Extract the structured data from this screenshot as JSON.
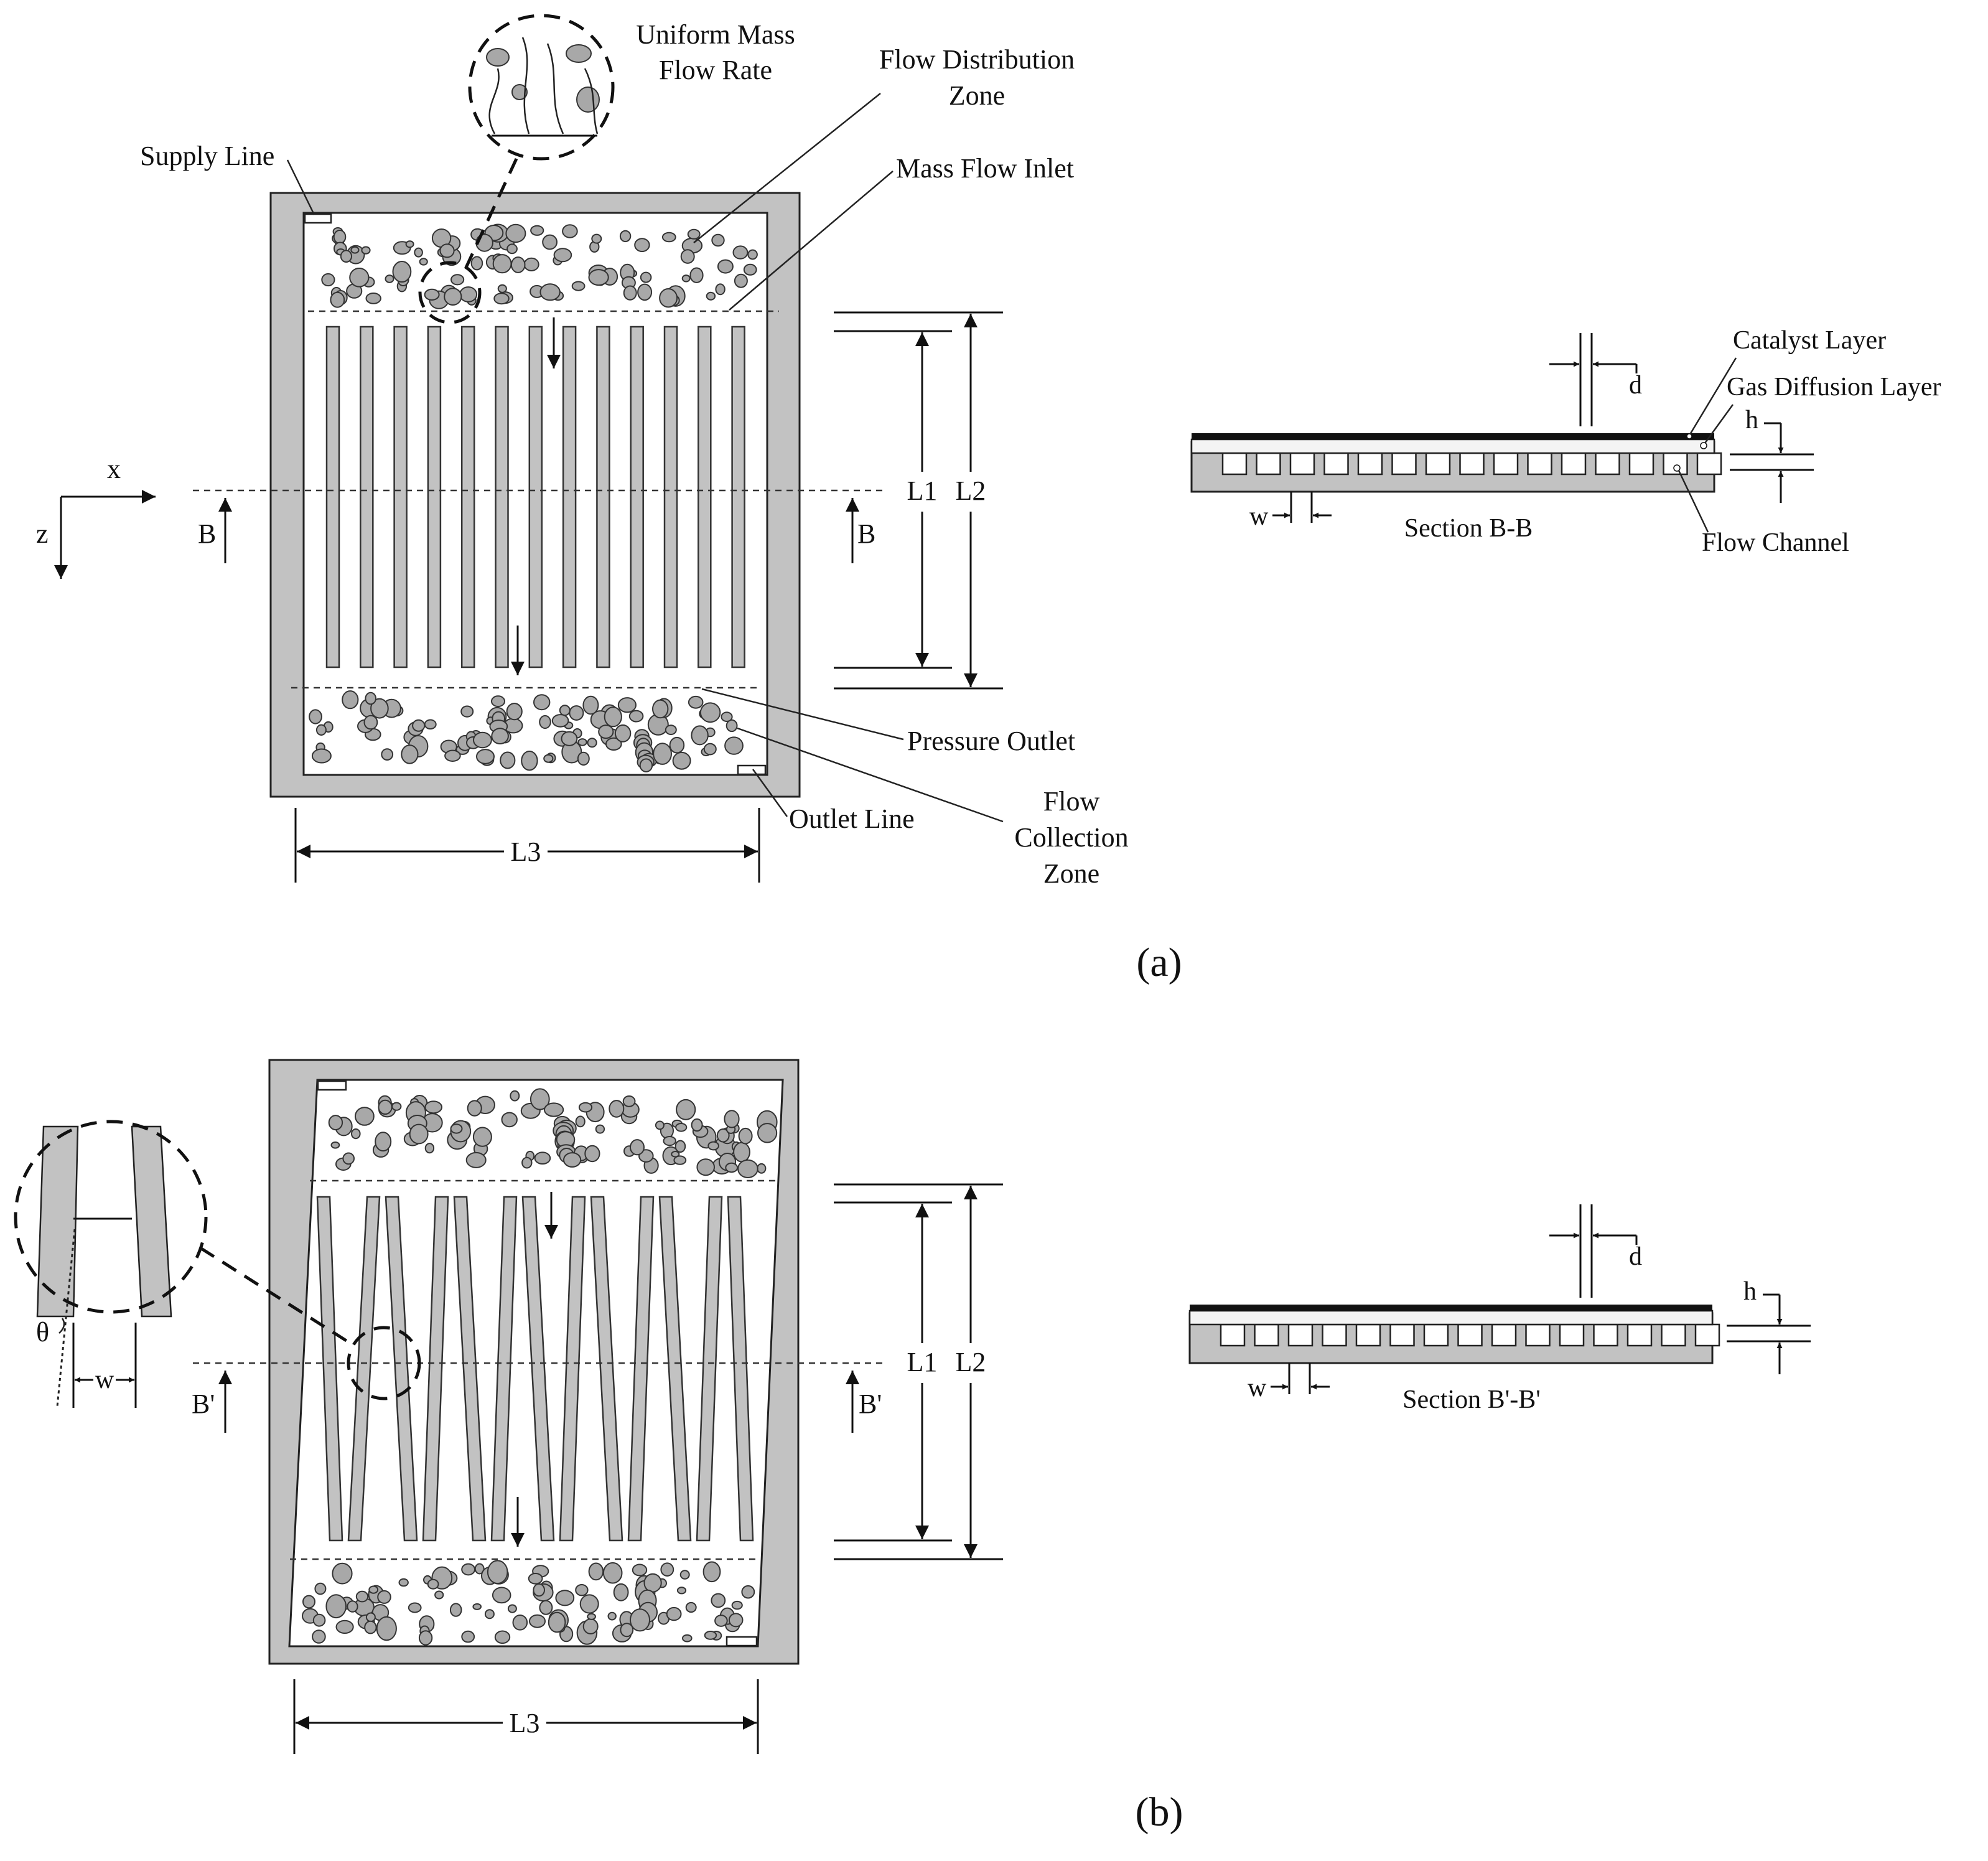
{
  "panel_a": {
    "caption": "(a)",
    "labels": {
      "uniform_mass_flow_rate": [
        "Uniform Mass",
        "Flow Rate"
      ],
      "flow_distribution_zone": [
        "Flow Distribution",
        "Zone"
      ],
      "supply_line": "Supply Line",
      "mass_flow_inlet": "Mass Flow Inlet",
      "pressure_outlet": "Pressure Outlet",
      "outlet_line": "Outlet Line",
      "flow_collection_zone": [
        "Flow",
        "Collection",
        "Zone"
      ],
      "section_mark_left": "B",
      "section_mark_right": "B",
      "axis_x": "x",
      "axis_z": "z",
      "dim_l1": "L1",
      "dim_l2": "L2",
      "dim_l3": "L3"
    },
    "section": {
      "title": "Section B-B",
      "catalyst_layer": "Catalyst Layer",
      "gas_diffusion_layer": "Gas Diffusion Layer",
      "flow_channel": "Flow Channel",
      "dim_d": "d",
      "dim_h": "h",
      "dim_w": "w"
    }
  },
  "panel_b": {
    "caption": "(b)",
    "labels": {
      "section_mark_left": "B'",
      "section_mark_right": "B'",
      "theta": "θ",
      "zoom_w": "w",
      "dim_l1": "L1",
      "dim_l2": "L2",
      "dim_l3": "L3"
    },
    "section": {
      "title": "Section B'-B'",
      "dim_d": "d",
      "dim_h": "h",
      "dim_w": "w"
    }
  },
  "colors": {
    "plate_gray": "#c2c2c2",
    "pore_gray": "#a8a8a8",
    "line": "#111111"
  }
}
